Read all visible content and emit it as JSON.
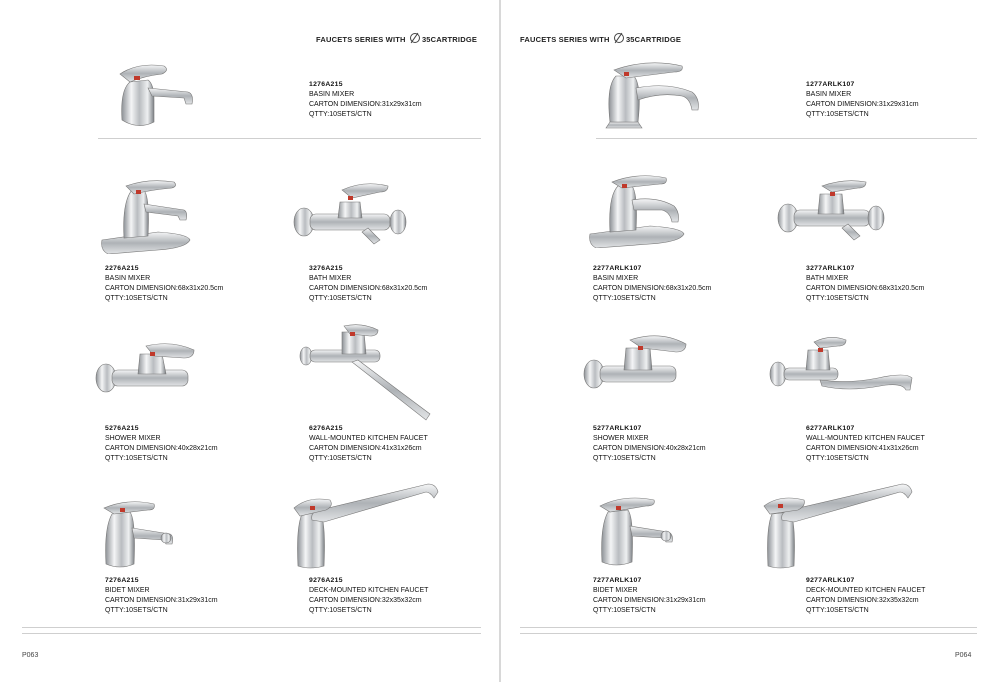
{
  "left": {
    "header": "FAUCETS SERIES WITH",
    "header_suffix": "35CARTRIDGE",
    "page_number": "P063",
    "products": [
      {
        "code": "1276A215",
        "name": "BASIN MIXER",
        "carton": "CARTON DIMENSION:31x29x31cm",
        "qty": "QTTY:10SETS/CTN",
        "icon": "basin-mixer-icon"
      },
      {
        "code": "2276A215",
        "name": "BASIN MIXER",
        "carton": "CARTON DIMENSION:68x31x20.5cm",
        "qty": "QTTY:10SETS/CTN",
        "icon": "basin-mixer-3hole-icon"
      },
      {
        "code": "3276A215",
        "name": "BATH  MIXER",
        "carton": "CARTON DIMENSION:68x31x20.5cm",
        "qty": "QTTY:10SETS/CTN",
        "icon": "bath-mixer-icon"
      },
      {
        "code": "5276A215",
        "name": "SHOWER MIXER",
        "carton": "CARTON DIMENSION:40x28x21cm",
        "qty": "QTTY:10SETS/CTN",
        "icon": "shower-mixer-icon"
      },
      {
        "code": "6276A215",
        "name": "WALL-MOUNTED KITCHEN FAUCET",
        "carton": "CARTON DIMENSION:41x31x26cm",
        "qty": "QTTY:10SETS/CTN",
        "icon": "wall-kitchen-faucet-icon"
      },
      {
        "code": "7276A215",
        "name": "BIDET MIXER",
        "carton": "CARTON DIMENSION:31x29x31cm",
        "qty": "QTTY:10SETS/CTN",
        "icon": "bidet-mixer-icon"
      },
      {
        "code": "9276A215",
        "name": "DECK-MOUNTED KITCHEN FAUCET",
        "carton": "CARTON DIMENSION:32x35x32cm",
        "qty": "QTTY:10SETS/CTN",
        "icon": "deck-kitchen-faucet-icon"
      }
    ]
  },
  "right": {
    "header": "FAUCETS SERIES WITH",
    "header_suffix": "35CARTRIDGE",
    "page_number": "P064",
    "products": [
      {
        "code": "1277ARLK107",
        "name": "BASIN MIXER",
        "carton": "CARTON DIMENSION:31x29x31cm",
        "qty": "QTTY:10SETS/CTN",
        "icon": "basin-mixer-icon"
      },
      {
        "code": "2277ARLK107",
        "name": "BASIN MIXER",
        "carton": "CARTON DIMENSION:68x31x20.5cm",
        "qty": "QTTY:10SETS/CTN",
        "icon": "basin-mixer-3hole-icon"
      },
      {
        "code": "3277ARLK107",
        "name": "BATH MIXER",
        "carton": "CARTON DIMENSION:68x31x20.5cm",
        "qty": "QTTY:10SETS/CTN",
        "icon": "bath-mixer-icon"
      },
      {
        "code": "5277ARLK107",
        "name": "SHOWER MIXER",
        "carton": "CARTON DIMENSION:40x28x21cm",
        "qty": "QTTY:10SETS/CTN",
        "icon": "shower-mixer-icon"
      },
      {
        "code": "6277ARLK107",
        "name": "WALL-MOUNTED KITCHEN FAUCET",
        "carton": "CARTON DIMENSION:41x31x26cm",
        "qty": "QTTY:10SETS/CTN",
        "icon": "wall-kitchen-faucet-icon"
      },
      {
        "code": "7277ARLK107",
        "name": "BIDET MIXER",
        "carton": "CARTON DIMENSION:31x29x31cm",
        "qty": "QTTY:10SETS/CTN",
        "icon": "bidet-mixer-icon"
      },
      {
        "code": "9277ARLK107",
        "name": "DECK-MOUNTED KITCHEN FAUCET",
        "carton": "CARTON DIMENSION:32x35x32cm",
        "qty": "QTTY:10SETS/CTN",
        "icon": "deck-kitchen-faucet-icon"
      }
    ]
  }
}
